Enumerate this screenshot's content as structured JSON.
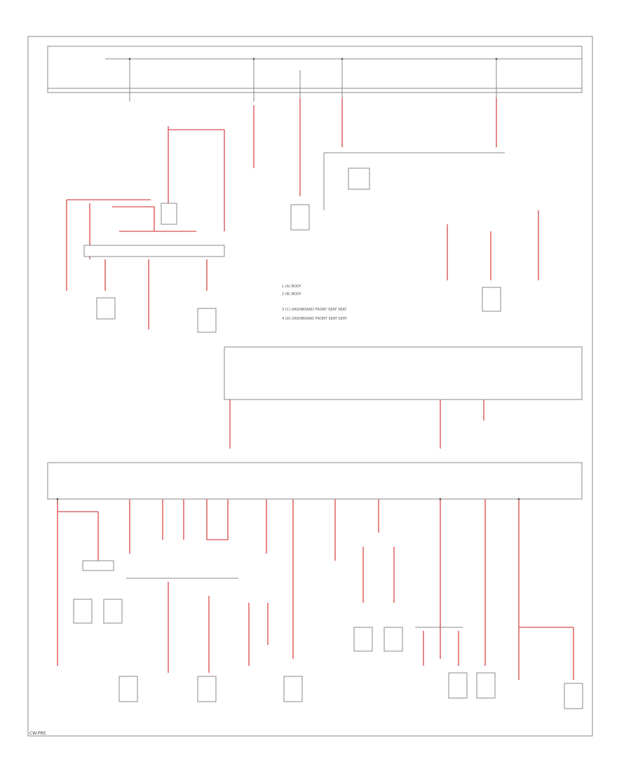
{
  "diagram": {
    "footer": "CW-PRE",
    "legend": [
      "1  (A) BODY",
      "2  (B) BODY",
      "3  (C) DASHBOARD FRONT SEAT SEAT",
      "4  (D) DASHBOARD FRONT SEAT SEAT"
    ]
  }
}
